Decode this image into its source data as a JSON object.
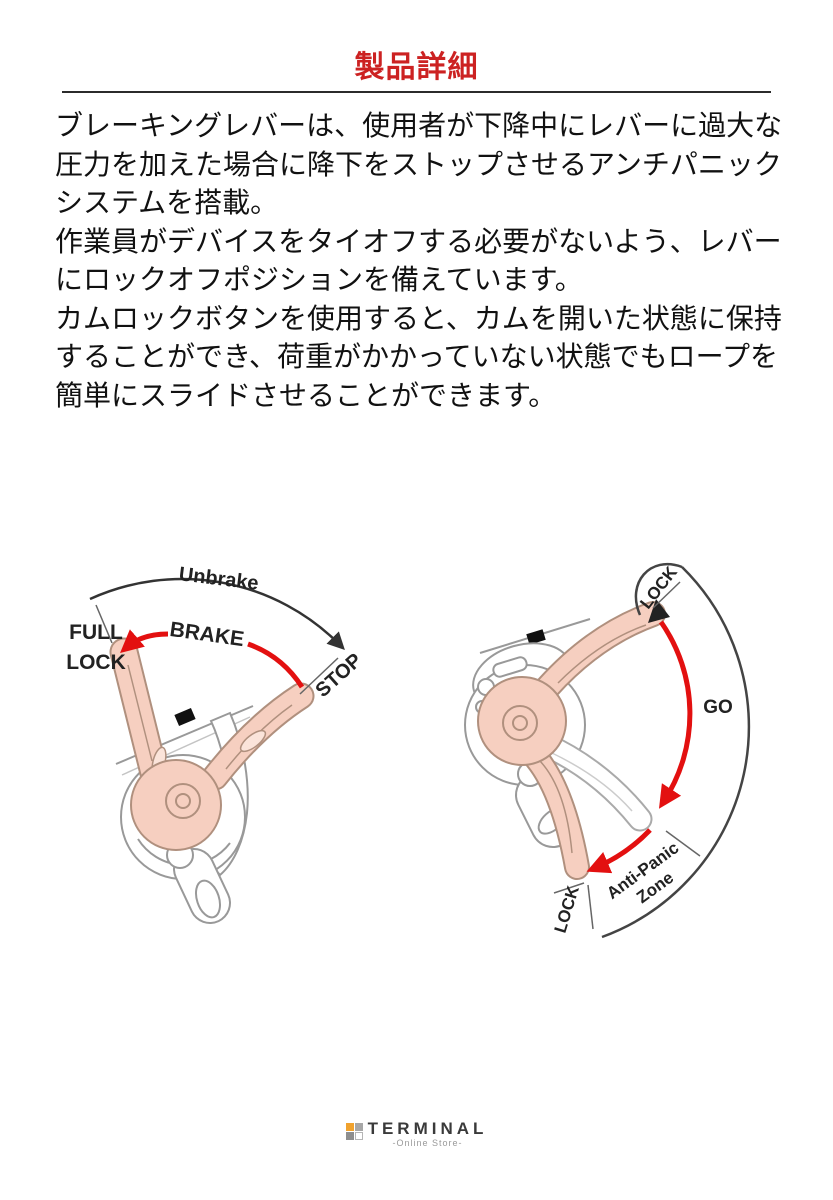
{
  "header": {
    "title": "製品詳細"
  },
  "description": {
    "paragraphs": [
      "ブレーキングレバーは、使用者が下降中にレバーに過大な圧力を加えた場合に降下をストップさせるアンチパニックシステムを搭載。",
      "作業員がデバイスをタイオフする必要がないよう、レバーにロックオフポジションを備えています。",
      "カムロックボタンを使用すると、カムを開いた状態に保持することができ、荷重がかかっていない状態でもロープを簡単にスライドさせることができます。"
    ]
  },
  "diagram_left": {
    "labels": {
      "unbrake": "Unbrake",
      "full_lock_line1": "FULL",
      "full_lock_line2": "LOCK",
      "brake": "BRAKE",
      "stop": "STOP"
    }
  },
  "diagram_right": {
    "labels": {
      "lock_top": "LOCK",
      "go": "GO",
      "anti_panic_line1": "Anti-Panic",
      "anti_panic_line2": "Zone",
      "lock_bottom": "LOCK"
    }
  },
  "footer": {
    "brand": "TERMINAL",
    "tagline": "-Online Store-"
  },
  "colors": {
    "title_red": "#cc2222",
    "arrow_red": "#e31010",
    "annotation_black": "#333333",
    "lever_fill": "#f6cfc0",
    "lever_outline": "#b0907e",
    "device_outline": "#999999",
    "logo_orange": "#f0a22e",
    "logo_gray_light": "#a7a7a7",
    "logo_gray_dark": "#8e8e8e"
  }
}
